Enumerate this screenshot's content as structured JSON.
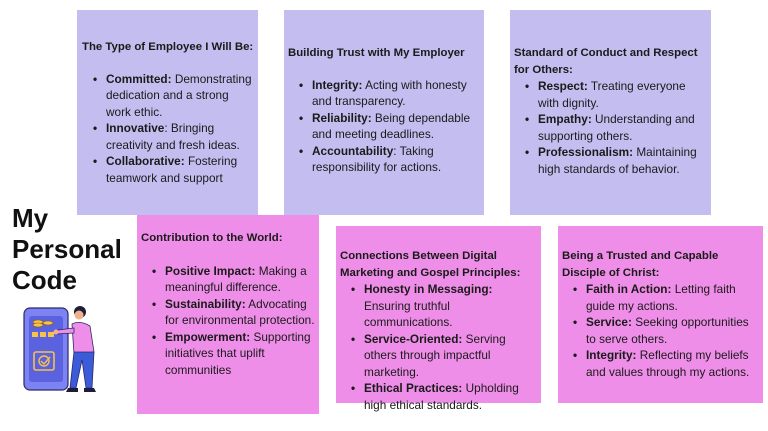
{
  "title": {
    "line1": "My",
    "line2": "Personal",
    "line3": "Code"
  },
  "cards": [
    {
      "heading": "The Type of Employee I Will Be:",
      "color": "#c4bdf0",
      "items": [
        {
          "term": "Committed:",
          "text": " Demonstrating dedication and a strong work ethic."
        },
        {
          "term": "Innovative",
          "text": ": Bringing creativity and fresh ideas."
        },
        {
          "term": "Collaborative:",
          "text": " Fostering teamwork and support"
        }
      ]
    },
    {
      "heading": "Building Trust with My Employer",
      "color": "#c4bdf0",
      "items": [
        {
          "term": "Integrity:",
          "text": " Acting with honesty and transparency."
        },
        {
          "term": "Reliability:",
          "text": " Being dependable and meeting deadlines."
        },
        {
          "term": "Accountability",
          "text": ": Taking responsibility for actions."
        }
      ]
    },
    {
      "heading": "Standard of Conduct and Respect for Others:",
      "color": "#c4bdf0",
      "items": [
        {
          "term": "Respect:",
          "text": " Treating everyone with dignity."
        },
        {
          "term": "Empathy:",
          "text": " Understanding and supporting others."
        },
        {
          "term": "Professionalism:",
          "text": " Maintaining high standards of behavior."
        }
      ]
    },
    {
      "heading": "Contribution to the World:",
      "color": "#ef8ee8",
      "items": [
        {
          "term": "Positive Impact:",
          "text": " Making a meaningful difference."
        },
        {
          "term": "Sustainability:",
          "text": " Advocating for environmental protection."
        },
        {
          "term": "Empowerment:",
          "text": " Supporting initiatives that uplift communities"
        }
      ]
    },
    {
      "heading": "Connections Between Digital Marketing and Gospel Principles:",
      "color": "#ef8ee8",
      "items": [
        {
          "term": "Honesty in Messaging:",
          "text": " Ensuring truthful communications."
        },
        {
          "term": "Service-Oriented:",
          "text": " Serving others through impactful marketing."
        },
        {
          "term": "Ethical Practices:",
          "text": " Upholding high ethical standards."
        }
      ]
    },
    {
      "heading": "Being a Trusted and Capable Disciple of Christ:",
      "color": "#ef8ee8",
      "items": [
        {
          "term": "Faith in Action:",
          "text": " Letting faith guide my actions."
        },
        {
          "term": "Service:",
          "text": " Seeking opportunities to serve others."
        },
        {
          "term": "Integrity:",
          "text": " Reflecting my beliefs and values through my actions."
        }
      ]
    }
  ],
  "illustration": {
    "icon": "person-with-phone-illustration"
  }
}
